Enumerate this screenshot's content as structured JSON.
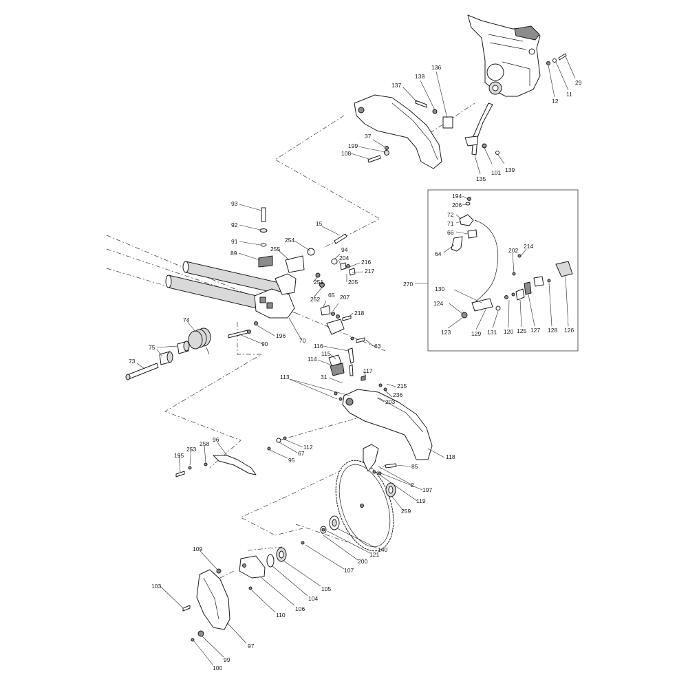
{
  "diagram": {
    "callouts": {
      "c29": "29",
      "c11": "11",
      "c12": "12",
      "c136": "136",
      "c138": "138",
      "c137": "137",
      "c37": "37",
      "c199": "199",
      "c108": "108",
      "c135": "135",
      "c101": "101",
      "c139": "139",
      "c93": "93",
      "c92": "92",
      "c91": "91",
      "c89": "89",
      "c15": "15",
      "c254": "254",
      "c255": "255",
      "c94": "94",
      "c204": "204",
      "c216": "216",
      "c217": "217",
      "c251": "251",
      "c205": "205",
      "c252": "252",
      "c65": "65",
      "c207": "207",
      "c218": "218",
      "c74": "74",
      "c75": "75",
      "c73": "73",
      "c196": "196",
      "c90": "90",
      "c70": "70",
      "c116": "116",
      "c63": "63",
      "c115": "115",
      "c114": "114",
      "c113": "113",
      "c31": "31",
      "c117": "117",
      "c215": "215",
      "c236": "236",
      "c203": "203",
      "c118": "118",
      "c85": "85",
      "c96": "96",
      "c258": "258",
      "c253": "253",
      "c195": "195",
      "c112": "112",
      "c67": "67",
      "c95": "95",
      "c197": "197",
      "c2": "2",
      "c119": "119",
      "c259": "259",
      "c140": "140",
      "c121": "121",
      "c200": "200",
      "c107": "107",
      "c109": "109",
      "c103": "103",
      "c110": "110",
      "c106": "106",
      "c104": "104",
      "c105": "105",
      "c97": "97",
      "c99": "99",
      "c100": "100",
      "c270": "270",
      "c194": "194",
      "c206": "206",
      "c72": "72",
      "c71": "71",
      "c66": "66",
      "c64": "64",
      "c202": "202",
      "c214": "214",
      "c130": "130",
      "c124": "124",
      "c123": "123",
      "c129": "129",
      "c131": "131",
      "c120": "120",
      "c125": "125",
      "c127": "127",
      "c128": "128",
      "c126": "126"
    }
  }
}
